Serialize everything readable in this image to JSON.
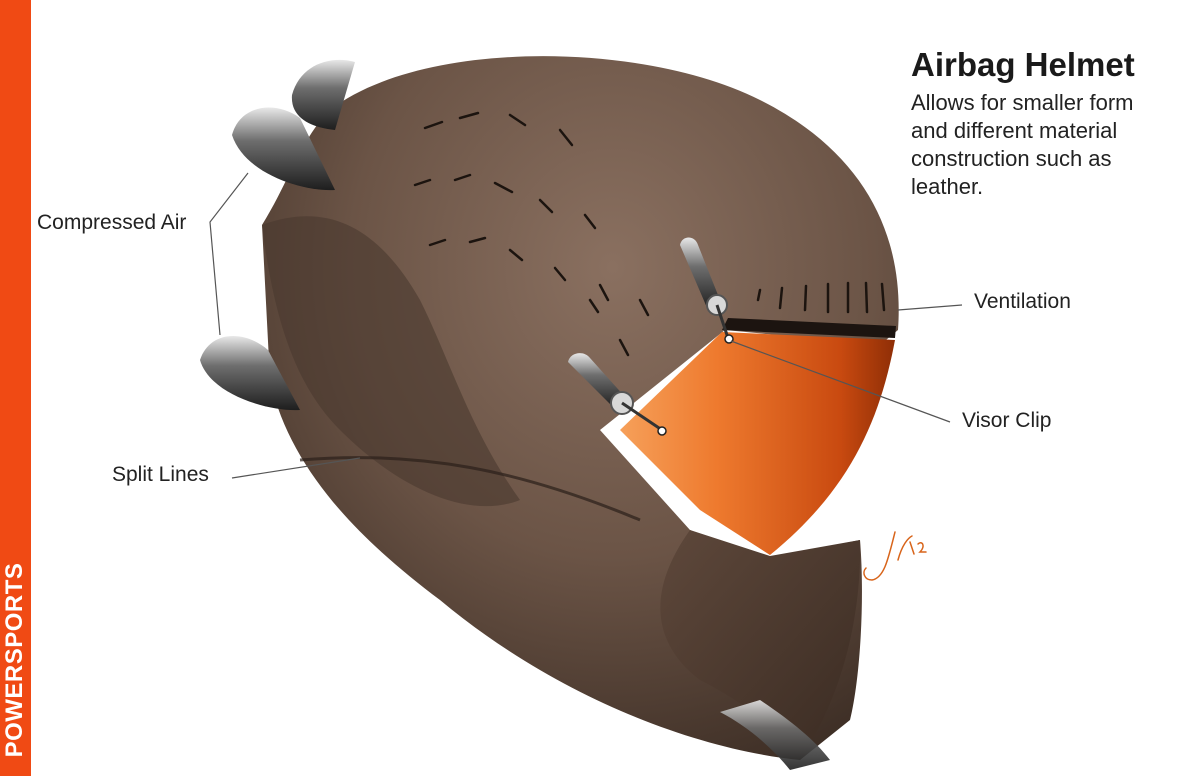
{
  "sidebar": {
    "label": "POWERSPORTS"
  },
  "heading": {
    "title": "Airbag Helmet",
    "description": "Allows for smaller form and different material construction such as leather."
  },
  "callouts": {
    "compressed_air": "Compressed Air",
    "ventilation": "Ventilation",
    "visor_clip": "Visor Clip",
    "split_lines": "Split Lines"
  },
  "colors": {
    "accent": "#f04a14",
    "shell": "#6b5446",
    "visor": "#e8661c"
  }
}
